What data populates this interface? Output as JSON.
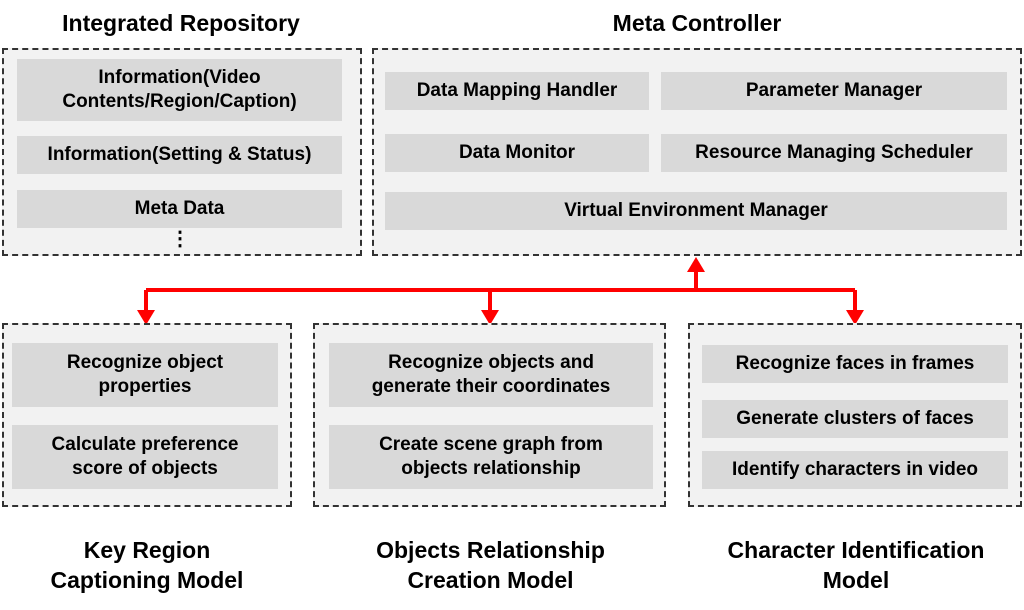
{
  "integrated_repository": {
    "title": "Integrated Repository",
    "items": [
      "Information(Video Contents/Region/Caption)",
      "Information(Setting & Status)",
      "Meta Data"
    ],
    "more": "⋮"
  },
  "meta_controller": {
    "title": "Meta Controller",
    "items": [
      "Data Mapping Handler",
      "Parameter Manager",
      "Data Monitor",
      "Resource Managing Scheduler",
      "Virtual Environment Manager"
    ]
  },
  "models": [
    {
      "title": "Key Region\nCaptioning Model",
      "items": [
        "Recognize object properties",
        "Calculate preference score of objects"
      ]
    },
    {
      "title": "Objects Relationship\nCreation Model",
      "items": [
        "Recognize objects and generate their coordinates",
        "Create scene graph from objects relationship"
      ]
    },
    {
      "title": "Character Identification\nModel",
      "items": [
        "Recognize faces in frames",
        "Generate clusters of faces",
        "Identify characters in video"
      ]
    }
  ],
  "colors": {
    "arrow": "#ff0000",
    "panel": "#f2f2f2",
    "item": "#d9d9d9"
  }
}
